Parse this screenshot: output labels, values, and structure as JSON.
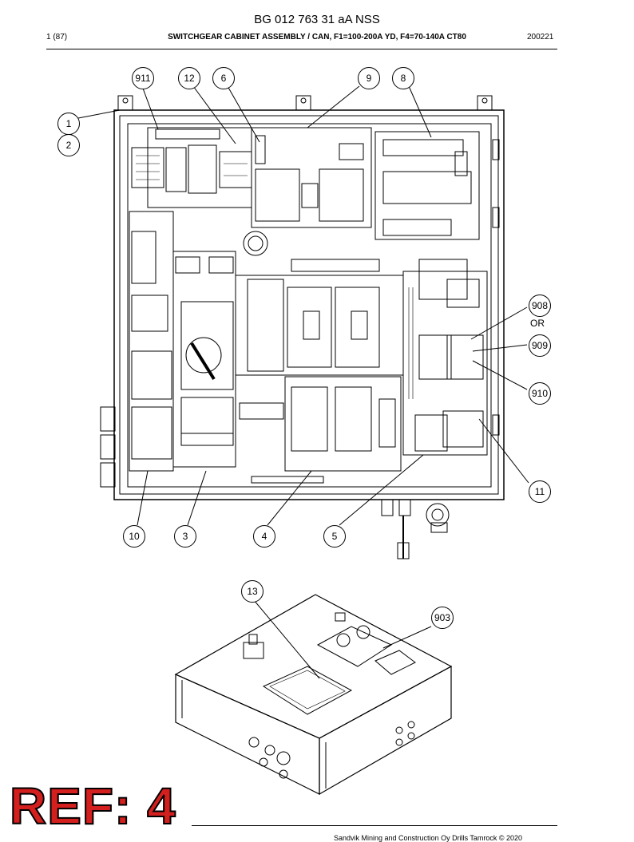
{
  "header": {
    "doc_title": "BG 012 763 31 aA NSS",
    "page": "1 (87)",
    "subtitle": "SWITCHGEAR CABINET ASSEMBLY / CAN, F1=100-200A YD, F4=70-140A CT80",
    "date": "200221"
  },
  "callouts": {
    "c911": "911",
    "c12": "12",
    "c6": "6",
    "c9": "9",
    "c8": "8",
    "c1": "1",
    "c2": "2",
    "c908": "908",
    "or": "OR",
    "c909": "909",
    "c910": "910",
    "c11": "11",
    "c10": "10",
    "c3": "3",
    "c4": "4",
    "c5": "5",
    "c13": "13",
    "c903": "903"
  },
  "footer": {
    "ref_label": "REF: 4",
    "copyright": "Sandvik Mining and Construction Oy Drills Tamrock © 2020"
  },
  "colors": {
    "ref": "#d41f1f",
    "line": "#000000"
  }
}
